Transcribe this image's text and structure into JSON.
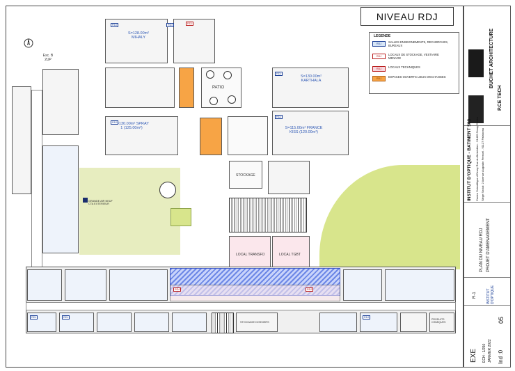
{
  "title": "NIVEAU RDJ",
  "legend": {
    "title": "LEGENDE",
    "items": [
      {
        "code": "RDJ",
        "text": "SALLES ENSEIGNEMENTS, RECHERCHES, BUREAUX",
        "color": "#d8e6f6"
      },
      {
        "code": "RDJ",
        "text": "LOCAUX DE STOCKAGE, VESTIAIRE MENAGE",
        "color": "#ffffff"
      },
      {
        "code": "RDJ",
        "text": "LOCAUX TECHNIQUES",
        "color": "#f7d8df"
      },
      {
        "code": "RDJ",
        "text": "ESPACES OUVERTS LIEUX D'ECHANGES",
        "color": "#f7a445"
      }
    ]
  },
  "rooms": {
    "mihaly": "S=128.00m² MIHALY",
    "karthala": "S=130.00m² KARTHALA",
    "spray": "S=130.00m² SPRAY 1 (125.00m²)",
    "france_kiss": "S=115.00m² FRANCE KISS (120.00m²)",
    "patio": "PATIO",
    "stockage": "STOCKAGE",
    "esc_b": "Esc. B 2UP",
    "grande_air": "GRANDE AIR NEUF CTA EXTERIEUR",
    "local_transfo": "LOCAL TRANSFO",
    "local_tgbt": "LOCAL TGBT",
    "stockage2": "STOCKAGE DOSSIERS",
    "produits_chimiques": "PRODUITS CHIMIQUES"
  },
  "side_panel": {
    "architect": "BUCHET ARCHITECTURE",
    "pce": "P.CE TECH",
    "project": "INSTITUT D'OPTIQUE - BATIMENT 503",
    "address": "Centre Scientifique d'Orsay Rue du Belvédère - 91405 Orsay Cedex",
    "siege": "Siège Social: 2 Avenue Augustin Fresnel - 91127 Palaiseau",
    "plan": "PLAN DU NIVEAU RDJ",
    "projet": "PROJET D'AMENAGEMENT",
    "institute": "INSTITUT D'OPTIQUE",
    "sheet": "R-1",
    "phase": "EXE",
    "scale": "ECH : 1/250",
    "date": "JANVIER 2022",
    "ind": "Ind :0",
    "number": "05"
  }
}
